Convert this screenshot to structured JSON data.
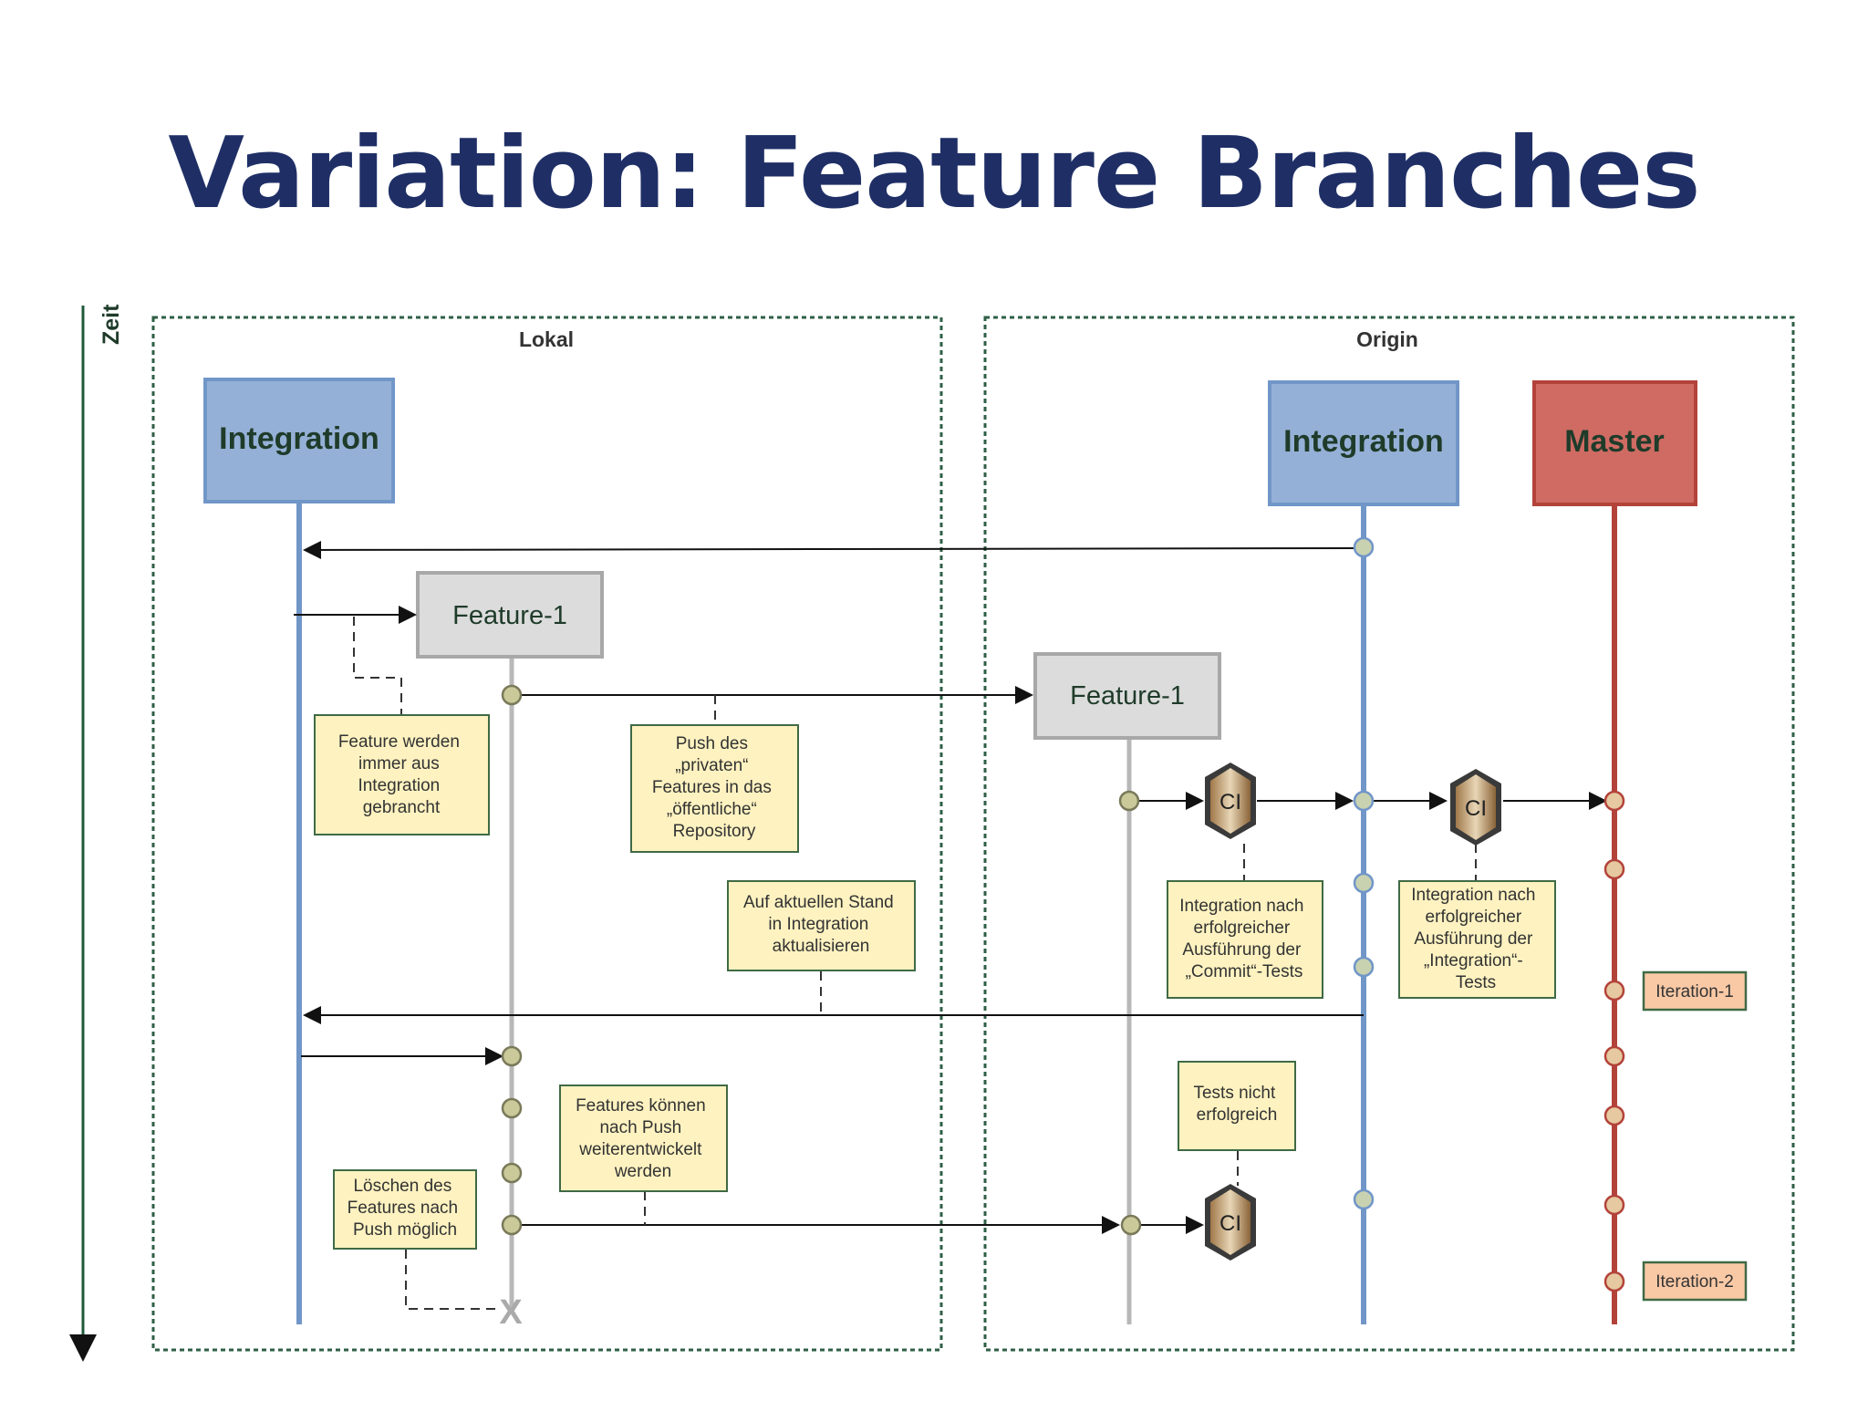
{
  "title": "Variation: Feature Branches",
  "axis": {
    "label": "Zeit"
  },
  "zones": {
    "local": "Lokal",
    "origin": "Origin"
  },
  "branches": {
    "local_integration": "Integration",
    "origin_integration": "Integration",
    "master": "Master",
    "local_feature": "Feature-1",
    "origin_feature": "Feature-1"
  },
  "notes": {
    "branched": [
      "Feature werden",
      "immer aus",
      "Integration",
      "gebrancht"
    ],
    "push": [
      "Push des",
      "„privaten“",
      "Features in das",
      "„öffentliche“",
      "Repository"
    ],
    "update": [
      "Auf aktuellen Stand",
      "in Integration",
      "aktualisieren"
    ],
    "commit_tests": [
      "Integration nach",
      "erfolgreicher",
      "Ausführung der",
      "„Commit“-Tests"
    ],
    "integration_tests": [
      "Integration nach",
      "erfolgreicher",
      "Ausführung der",
      "„Integration“-",
      "Tests"
    ],
    "develop": [
      "Features können",
      "nach Push",
      "weiterentwickelt",
      "werden"
    ],
    "tests_failed": [
      "Tests nicht",
      "erfolgreich"
    ],
    "delete": [
      "Löschen des",
      "Features nach",
      "Push möglich"
    ]
  },
  "ci_label": "CI",
  "delete_mark": "X",
  "iterations": [
    "Iteration-1",
    "Iteration-2"
  ],
  "colors": {
    "title": "#1f2f66",
    "integration_fill": "#95b0d6",
    "integration_line": "#7196c8",
    "master_fill": "#cf6b63",
    "master_line": "#b3433a",
    "feature_fill": "#dcdcdc",
    "note_fill": "#fdf2c0",
    "iteration_fill": "#f9c9a6",
    "zone_border": "#2f5f45"
  }
}
